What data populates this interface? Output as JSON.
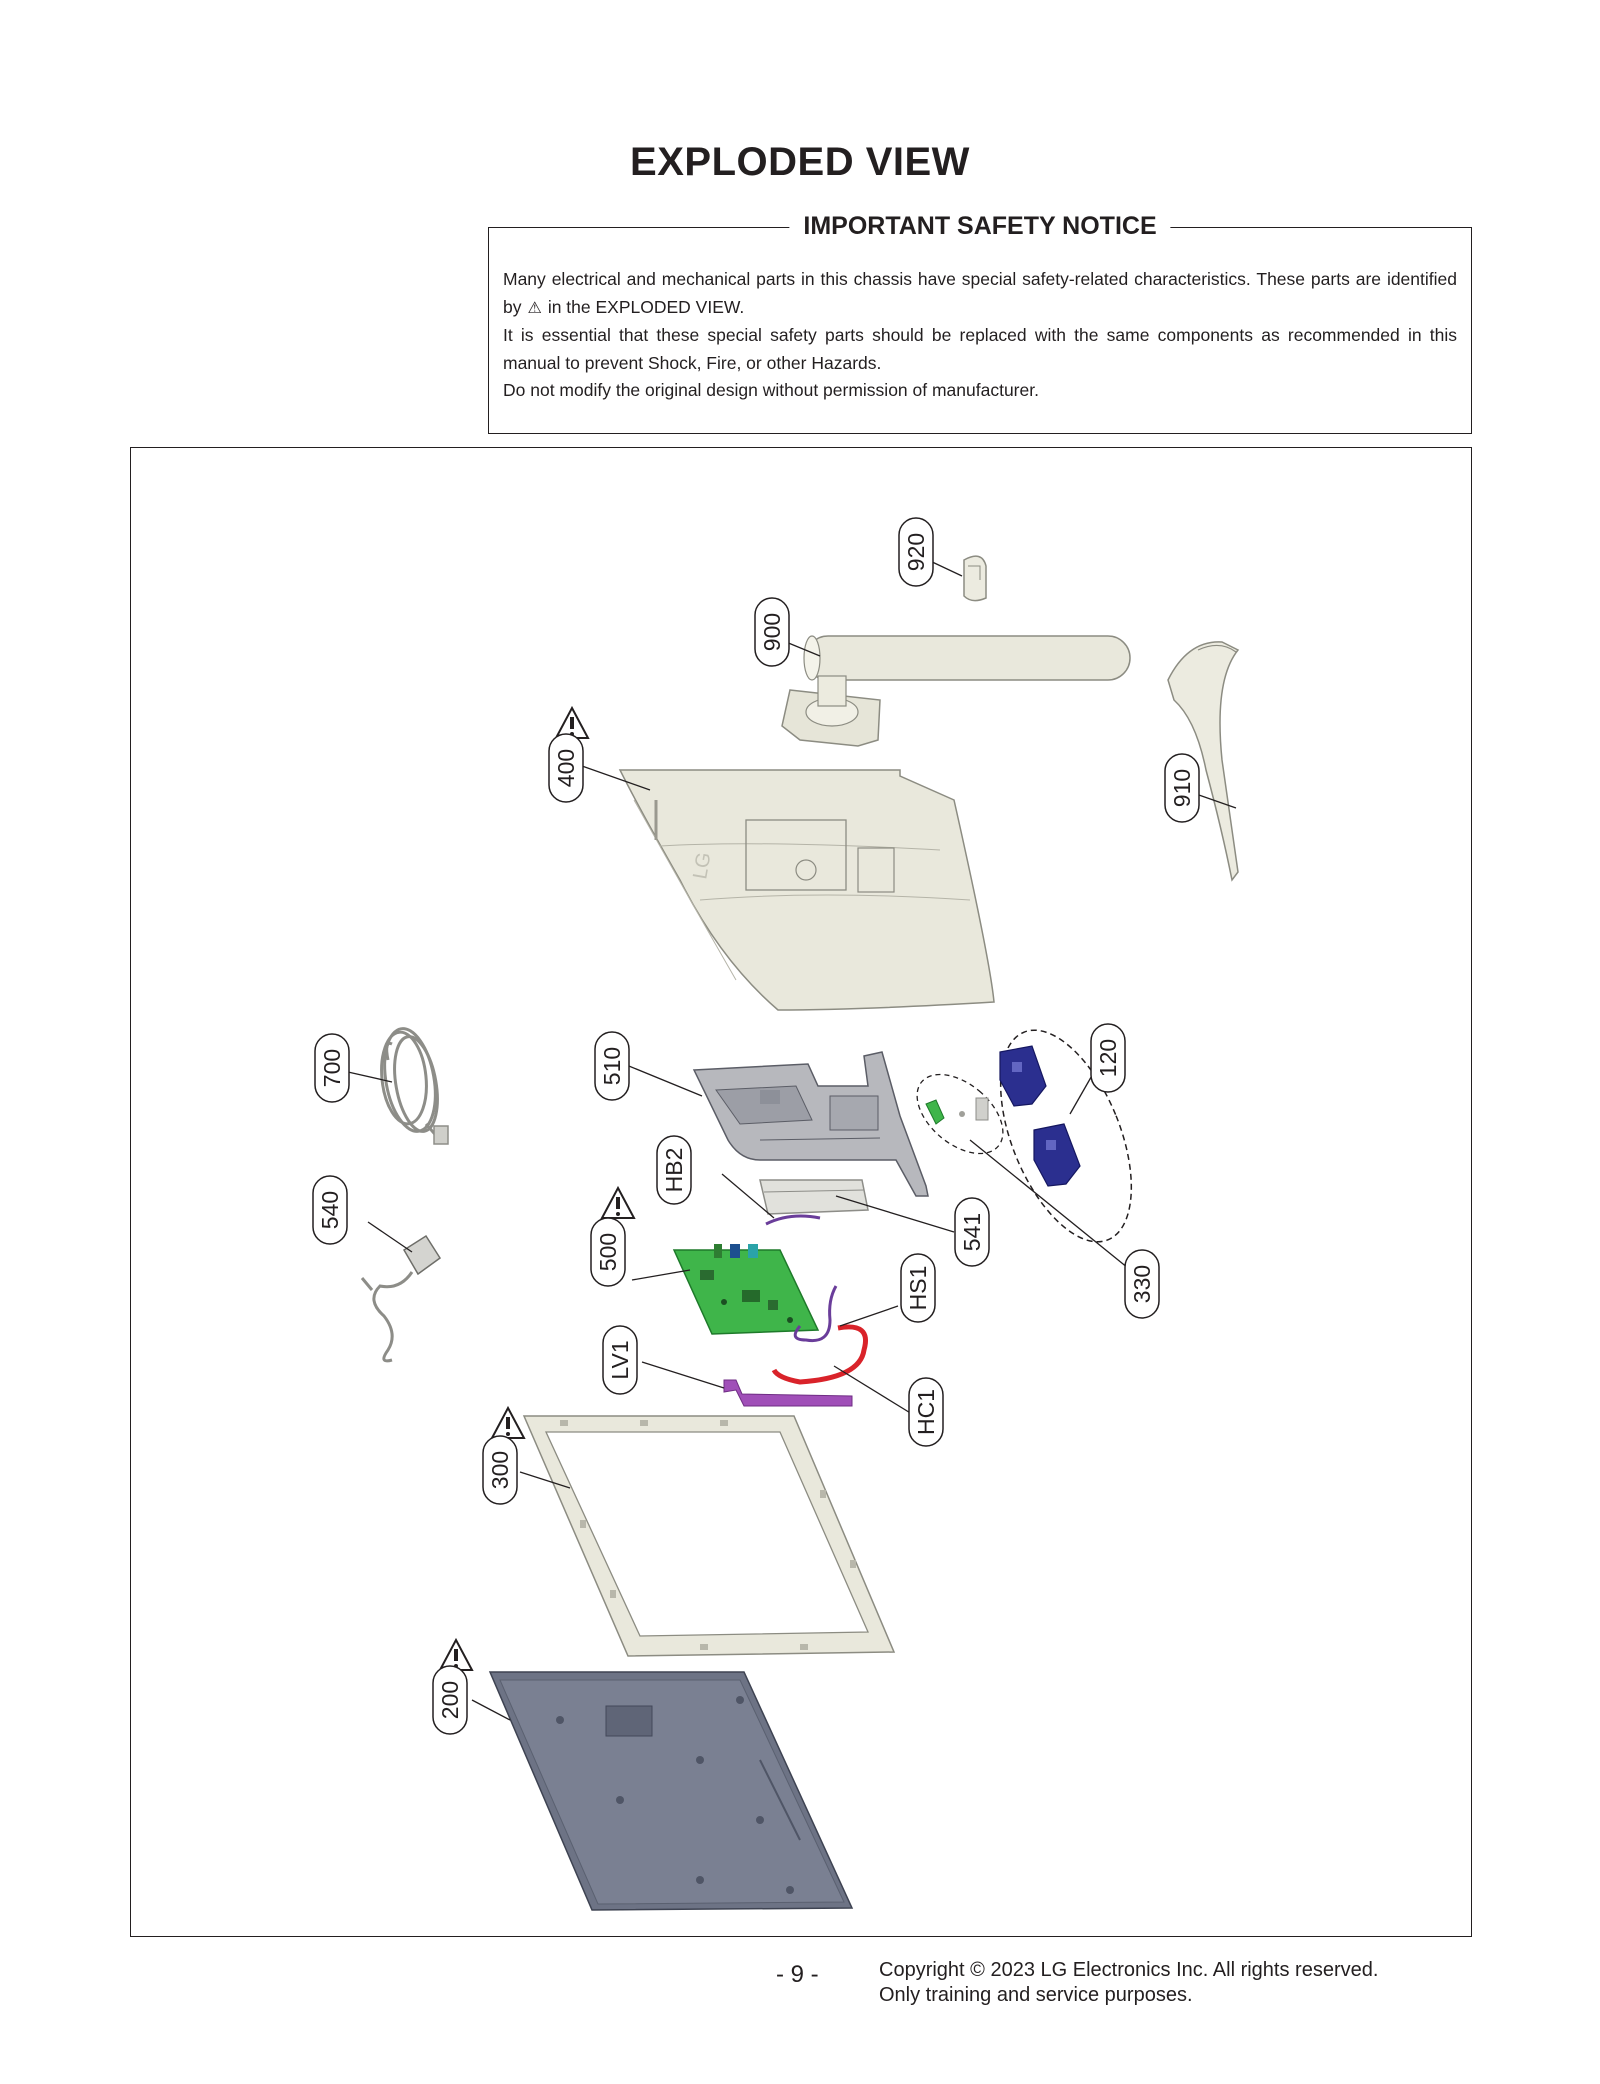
{
  "page": {
    "title": "EXPLODED VIEW",
    "page_number": "- 9 -",
    "copyright_line1": "Copyright © 2023 LG Electronics Inc. All rights reserved.",
    "copyright_line2": "Only training and service purposes."
  },
  "notice": {
    "title": "IMPORTANT SAFETY NOTICE",
    "line1a": "Many electrical and mechanical parts in this chassis have special safety-related characteristics. These parts are identified by",
    "symbol": "⚠",
    "line1b": "in the EXPLODED VIEW.",
    "line2": "It is essential that these special safety parts should be replaced with the same components as recommended in this manual to prevent Shock, Fire, or other Hazards.",
    "line3": "Do not modify the original design without permission of manufacturer."
  },
  "part_labels": {
    "p920": "920",
    "p900": "900",
    "p910": "910",
    "p400": "400",
    "p700": "700",
    "p510": "510",
    "p120": "120",
    "p540": "540",
    "pHB2": "HB2",
    "p500": "500",
    "p541": "541",
    "p330": "330",
    "pHS1": "HS1",
    "pLV1": "LV1",
    "pHC1": "HC1",
    "p300": "300",
    "p200": "200"
  },
  "safety_marked_parts": [
    "400",
    "500",
    "300",
    "200"
  ],
  "colors": {
    "part_beige": "#e9e8dc",
    "board_green": "#3fb54a",
    "blue_parts": "#2b2f8f",
    "panel_gray": "#6d7385",
    "cable_red": "#d9232a",
    "cable_purple": "#9b4fb0",
    "cable_violet": "#6a3d9a"
  }
}
